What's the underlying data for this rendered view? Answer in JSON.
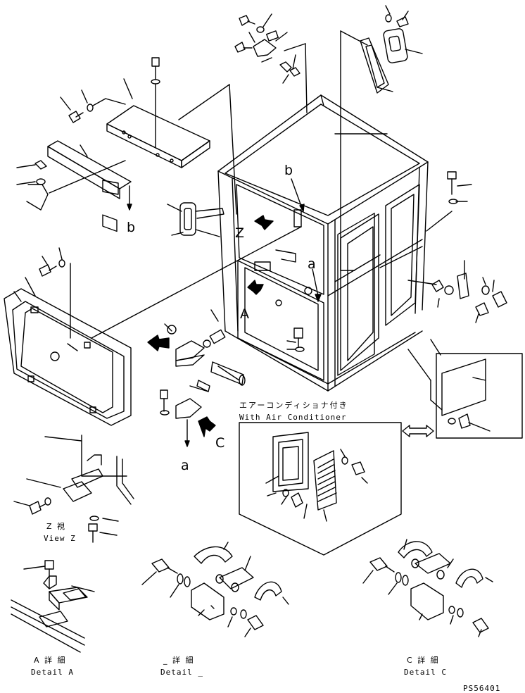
{
  "callouts": {
    "b_top": "b",
    "b_left": "b",
    "a_frame": "a",
    "a_bottom": "a",
    "Z": "Z",
    "A": "A",
    "C": "C"
  },
  "air_conditioner": {
    "label_jp": "エアーコンディショナ付き",
    "label_en": "With Air Conditioner"
  },
  "details": {
    "view_z_jp": "Z 視",
    "view_z_en": "View Z",
    "detail_a_jp": "A 詳 細",
    "detail_a_en": "Detail A",
    "detail_b_jp": "_ 詳 細",
    "detail_b_en": "Detail _",
    "detail_c_jp": "C 詳 細",
    "detail_c_en": "Detail C"
  },
  "drawing_number": "PS56401"
}
